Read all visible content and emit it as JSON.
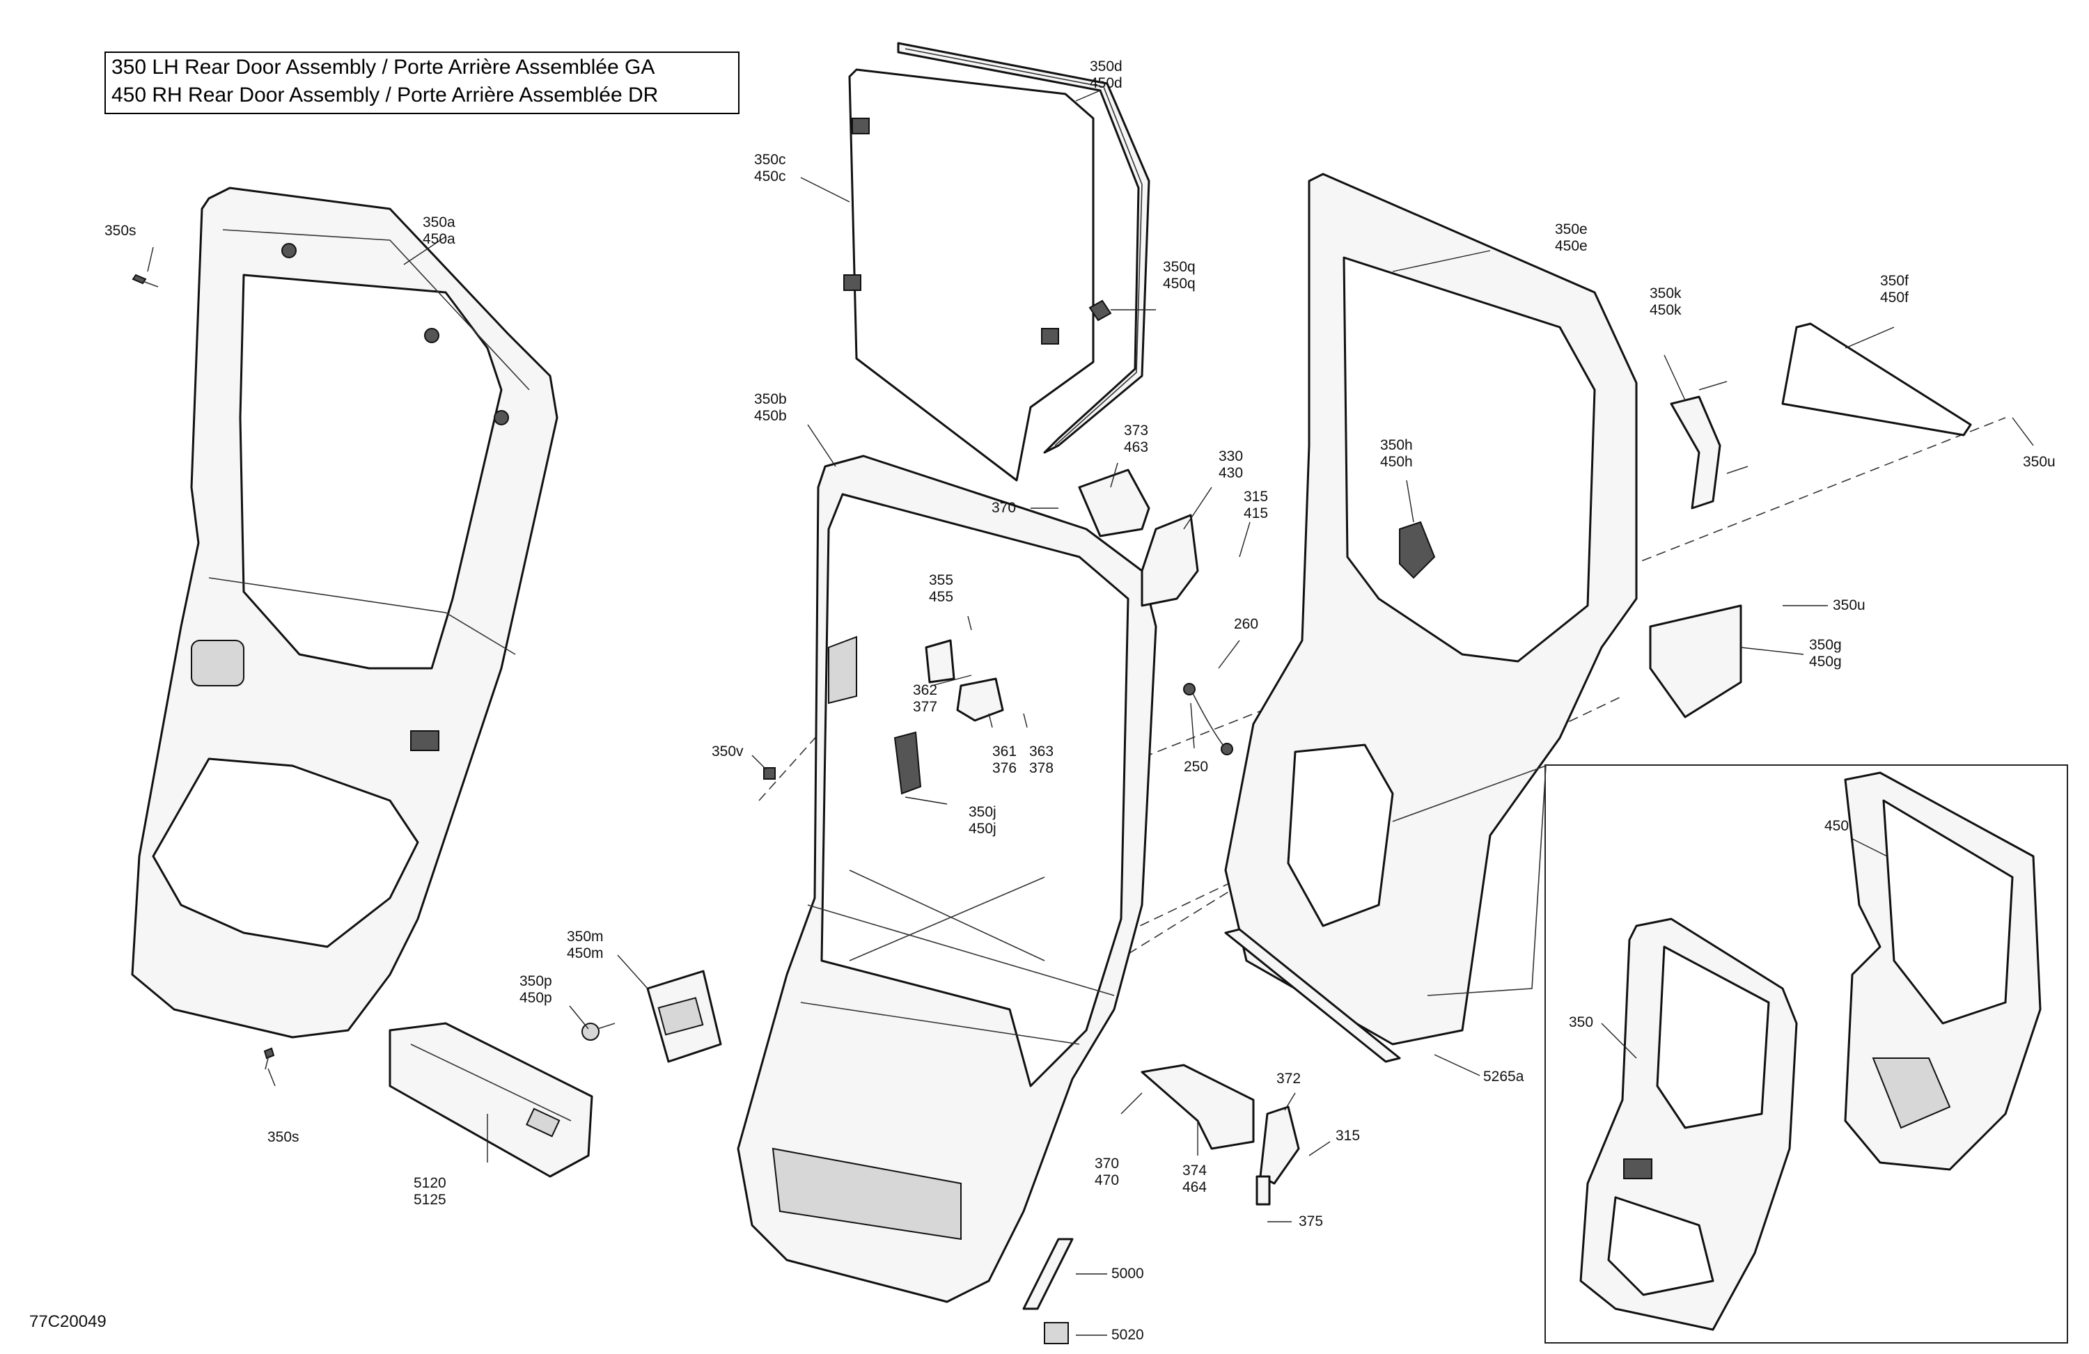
{
  "title": {
    "line1": "350 LH Rear Door Assembly / Porte Arrière Assemblée GA",
    "line2": "450 RH Rear Door Assembly / Porte Arrière Assemblée DR"
  },
  "diagram_code": "77C20049",
  "callouts": {
    "c350s_top": "350s",
    "c350a": "350a\n450a",
    "c350s_bottom": "350s",
    "c350d": "350d\n450d",
    "c350c": "350c\n450c",
    "c350q": "350q\n450q",
    "c350b": "350b\n450b",
    "c373": "373\n463",
    "c370_top": "370",
    "c330": "330\n430",
    "c315_top": "315\n415",
    "c355": "355\n455",
    "c362": "362\n377",
    "c361": "361\n376",
    "c363": "363\n378",
    "c260": "260",
    "c250": "250",
    "c350v": "350v",
    "c350j": "350j\n450j",
    "c350m": "350m\n450m",
    "c350p": "350p\n450p",
    "c5120": "5120\n5125",
    "c370_bottom": "370\n470",
    "c374": "374\n464",
    "c372": "372",
    "c315_bottom": "315",
    "c375": "375",
    "c5000": "5000",
    "c5020": "5020",
    "c350e": "350e\n450e",
    "c350h": "350h\n450h",
    "c350k": "350k\n450k",
    "c350f": "350f\n450f",
    "c350u_top": "350u",
    "c350u_mid": "350u",
    "c350g": "350g\n450g",
    "c5265a": "5265a",
    "c450_inset": "450",
    "c350_inset": "350"
  }
}
